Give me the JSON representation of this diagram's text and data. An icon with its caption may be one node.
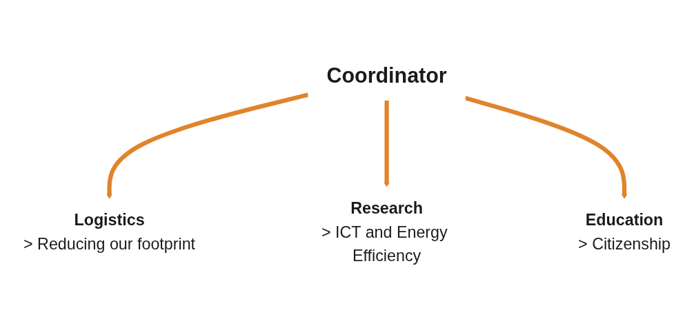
{
  "diagram": {
    "nodes": [
      {
        "text": [
          "Coordinator"
        ]
      },
      {
        "text": [
          "Logistics",
          "> Reducing our footprint"
        ]
      },
      {
        "text": [
          "Research",
          "> ICT and Energy Efficiency"
        ]
      },
      {
        "text": [
          "Education",
          "> Citizenship"
        ]
      }
    ],
    "edges": [
      {
        "from": 0,
        "to": 1,
        "arrow": "to"
      },
      {
        "from": 0,
        "to": 2,
        "arrow": "to"
      },
      {
        "from": 0,
        "to": 3,
        "arrow": "to"
      }
    ]
  }
}
